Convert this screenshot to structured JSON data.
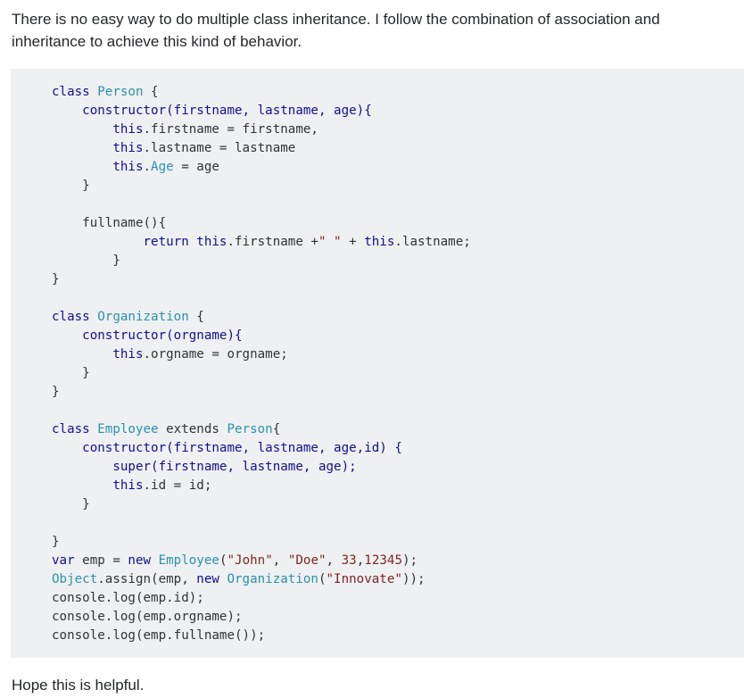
{
  "post": {
    "intro": "There is no easy way to do multiple class inheritance. I follow the combination of association and inheritance to achieve this kind of behavior.",
    "outro": "Hope this is helpful."
  },
  "code": {
    "lines": [
      [
        {
          "t": "class ",
          "c": "kw"
        },
        {
          "t": "Person",
          "c": "ty"
        },
        {
          "t": " {",
          "c": "pl"
        }
      ],
      [
        {
          "t": "    constructor(firstname, lastname, age){",
          "c": "kw"
        }
      ],
      [
        {
          "t": "        this",
          "c": "kw"
        },
        {
          "t": ".firstname = firstname,",
          "c": "pl"
        }
      ],
      [
        {
          "t": "        this",
          "c": "kw"
        },
        {
          "t": ".lastname = lastname",
          "c": "pl"
        }
      ],
      [
        {
          "t": "        this",
          "c": "kw"
        },
        {
          "t": ".",
          "c": "pl"
        },
        {
          "t": "Age",
          "c": "ty"
        },
        {
          "t": " = age",
          "c": "pl"
        }
      ],
      [
        {
          "t": "    }",
          "c": "pl"
        }
      ],
      [
        {
          "t": "",
          "c": "pl"
        }
      ],
      [
        {
          "t": "    fullname(){",
          "c": "pl"
        }
      ],
      [
        {
          "t": "            return",
          "c": "kw"
        },
        {
          "t": " ",
          "c": "pl"
        },
        {
          "t": "this",
          "c": "kw"
        },
        {
          "t": ".firstname +",
          "c": "pl"
        },
        {
          "t": "\" \"",
          "c": "str"
        },
        {
          "t": " + ",
          "c": "pl"
        },
        {
          "t": "this",
          "c": "kw"
        },
        {
          "t": ".lastname;",
          "c": "pl"
        }
      ],
      [
        {
          "t": "        }",
          "c": "pl"
        }
      ],
      [
        {
          "t": "}",
          "c": "pl"
        }
      ],
      [
        {
          "t": "",
          "c": "pl"
        }
      ],
      [
        {
          "t": "class ",
          "c": "kw"
        },
        {
          "t": "Organization",
          "c": "ty"
        },
        {
          "t": " {",
          "c": "pl"
        }
      ],
      [
        {
          "t": "    constructor(orgname){",
          "c": "kw"
        }
      ],
      [
        {
          "t": "        this",
          "c": "kw"
        },
        {
          "t": ".orgname = orgname;",
          "c": "pl"
        }
      ],
      [
        {
          "t": "    }",
          "c": "pl"
        }
      ],
      [
        {
          "t": "}",
          "c": "pl"
        }
      ],
      [
        {
          "t": "",
          "c": "pl"
        }
      ],
      [
        {
          "t": "class ",
          "c": "kw"
        },
        {
          "t": "Employee",
          "c": "ty"
        },
        {
          "t": " extends ",
          "c": "pl"
        },
        {
          "t": "Person",
          "c": "ty"
        },
        {
          "t": "{",
          "c": "pl"
        }
      ],
      [
        {
          "t": "    constructor(firstname, lastname, age,id) {",
          "c": "kw"
        }
      ],
      [
        {
          "t": "        super(firstname, lastname, age);",
          "c": "kw"
        }
      ],
      [
        {
          "t": "        this",
          "c": "kw"
        },
        {
          "t": ".id = id;",
          "c": "pl"
        }
      ],
      [
        {
          "t": "    }",
          "c": "pl"
        }
      ],
      [
        {
          "t": "",
          "c": "pl"
        }
      ],
      [
        {
          "t": "}",
          "c": "pl"
        }
      ],
      [
        {
          "t": "var ",
          "c": "kw"
        },
        {
          "t": "emp = ",
          "c": "pl"
        },
        {
          "t": "new ",
          "c": "kw"
        },
        {
          "t": "Employee",
          "c": "ty"
        },
        {
          "t": "(",
          "c": "pl"
        },
        {
          "t": "\"John\"",
          "c": "str"
        },
        {
          "t": ", ",
          "c": "pl"
        },
        {
          "t": "\"Doe\"",
          "c": "str"
        },
        {
          "t": ", ",
          "c": "pl"
        },
        {
          "t": "33",
          "c": "num"
        },
        {
          "t": ",",
          "c": "pl"
        },
        {
          "t": "12345",
          "c": "num"
        },
        {
          "t": ");",
          "c": "pl"
        }
      ],
      [
        {
          "t": "Object",
          "c": "ty"
        },
        {
          "t": ".assign(emp, ",
          "c": "pl"
        },
        {
          "t": "new ",
          "c": "kw"
        },
        {
          "t": "Organization",
          "c": "ty"
        },
        {
          "t": "(",
          "c": "pl"
        },
        {
          "t": "\"Innovate\"",
          "c": "str"
        },
        {
          "t": "));",
          "c": "pl"
        }
      ],
      [
        {
          "t": "console.log(emp.id);",
          "c": "pl"
        }
      ],
      [
        {
          "t": "console.log(emp.orgname);",
          "c": "pl"
        }
      ],
      [
        {
          "t": "console.log(emp.fullname());",
          "c": "pl"
        }
      ]
    ]
  }
}
